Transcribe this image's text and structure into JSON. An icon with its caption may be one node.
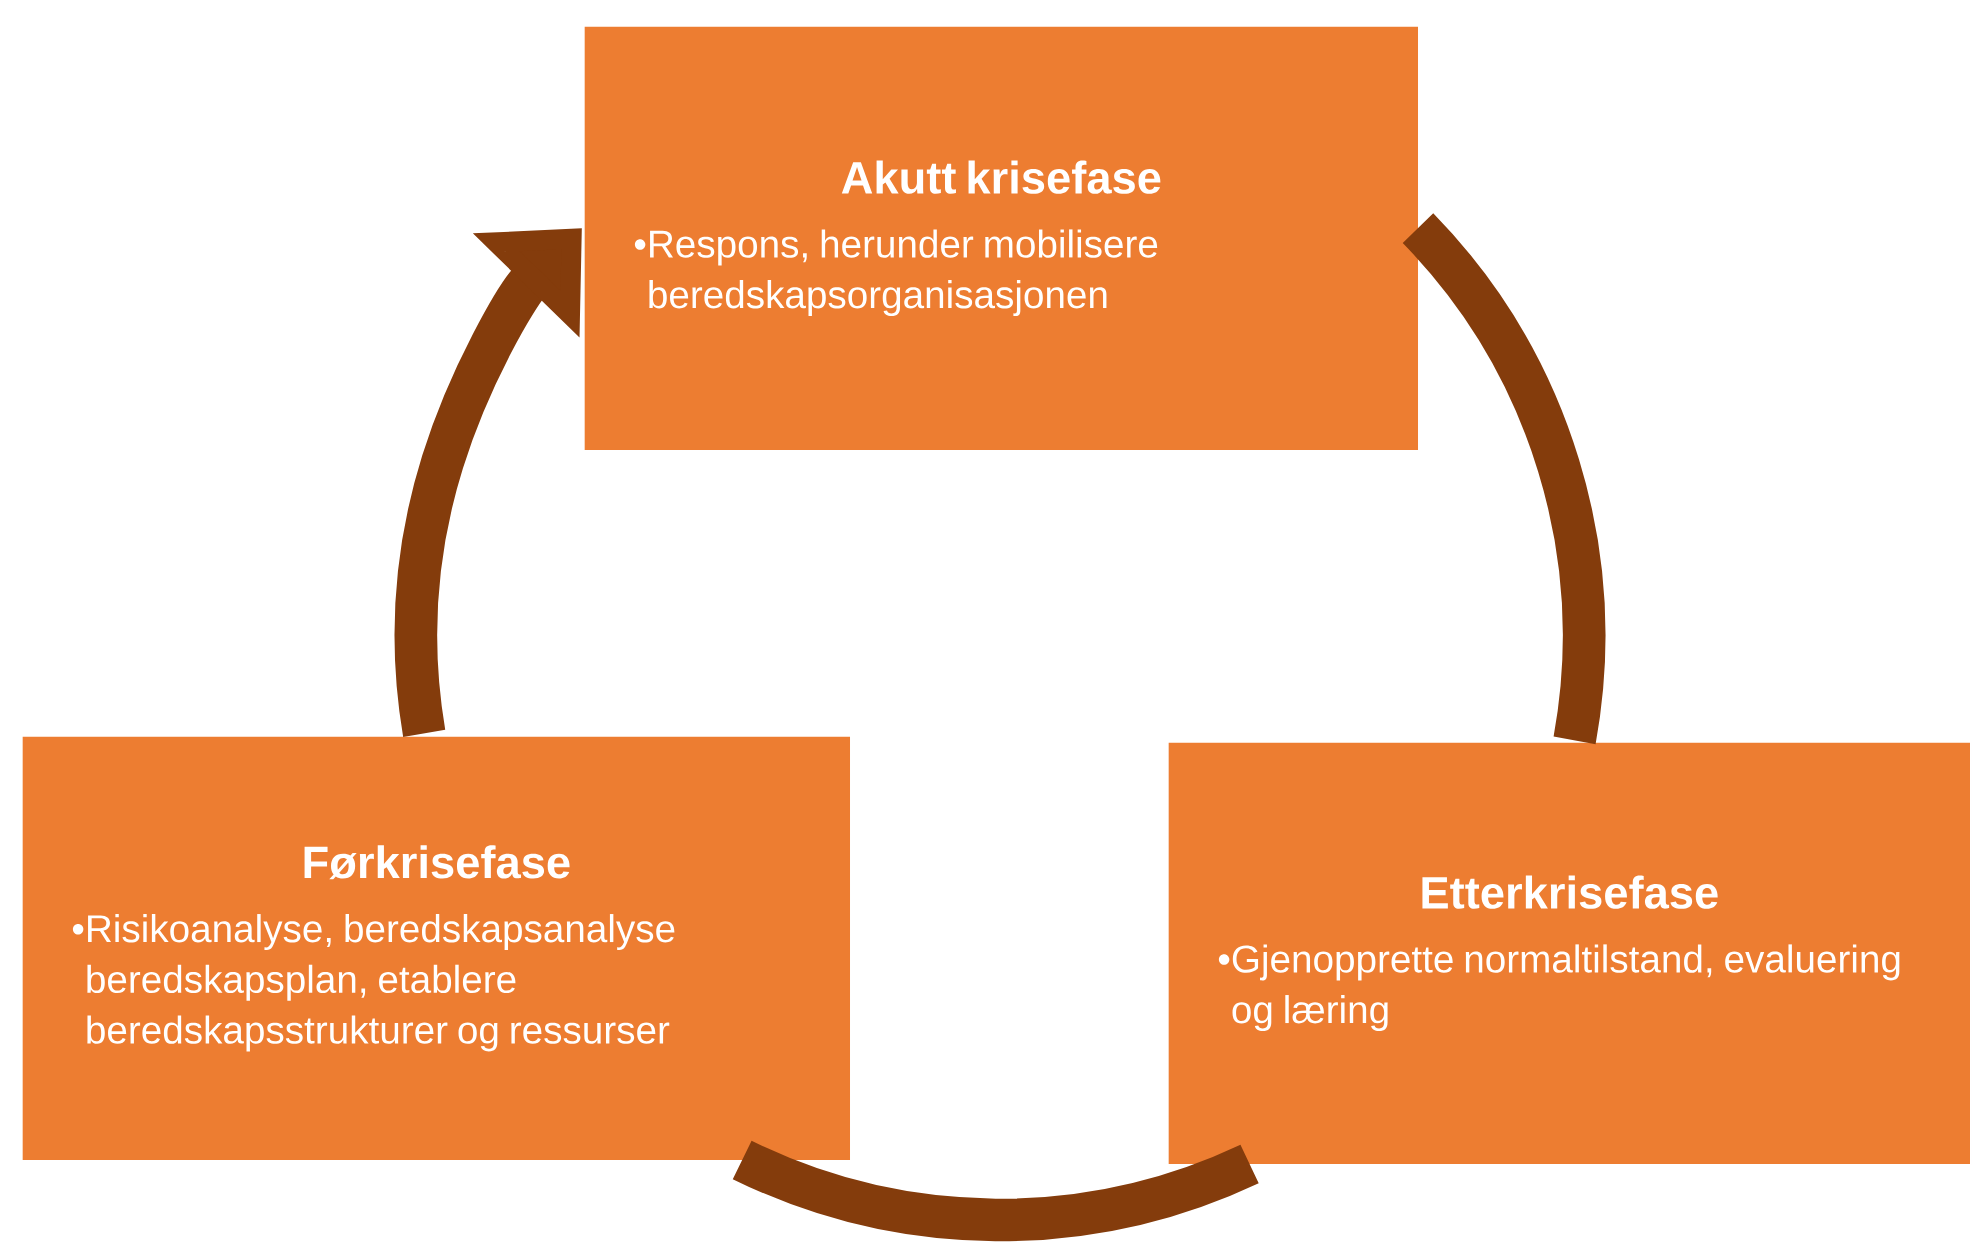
{
  "diagram": {
    "nodes": [
      {
        "text": [
          "Akutt krisefase",
          "•Respons, herunder mobilisere beredskapsorganisasjonen"
        ]
      },
      {
        "text": [
          "Førkrisefase",
          "•Risikoanalyse, beredskapsanalyse beredskapsplan, etablere beredskapsstrukturer og ressurser"
        ]
      },
      {
        "text": [
          "Etterkrisefase",
          "•Gjenopprette normaltilstand, evaluering og læring"
        ]
      }
    ],
    "edges": [
      {
        "from": 1,
        "to": 0,
        "arrow": "to"
      },
      {
        "from": 0,
        "to": 2,
        "arrow": "none"
      },
      {
        "from": 2,
        "to": 1,
        "arrow": "none"
      }
    ]
  }
}
